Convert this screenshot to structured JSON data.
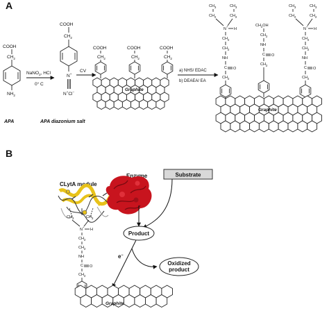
{
  "panel_a": {
    "label": "A",
    "apa": {
      "cooh": "COOH",
      "ch2": "CH",
      "ch2_sub": "2",
      "nh2": "NH",
      "nh2_sub": "2",
      "caption": "APA"
    },
    "step1": {
      "line1a": "NaNO",
      "line1_sub": "2",
      "line1b": ", HCl",
      "line2": "0° C"
    },
    "diazonium": {
      "cooh": "COOH",
      "ch2": "CH",
      "ch2_sub": "2",
      "n_plus": "N",
      "n_plus_sup": "+",
      "n_cl": "N",
      "n_cl_sup": "+",
      "cl": "Cl",
      "cl_sup": "−",
      "caption": "APA diazonium salt"
    },
    "step2": {
      "label": "CV"
    },
    "grafted": {
      "cooh": "COOH",
      "ch2": "CH",
      "ch2_sub": "2",
      "surface": "Graphite"
    },
    "step3": {
      "line1": "a) NHS/ EDAC",
      "line2": "b) DEAEA/ EA"
    },
    "modified": {
      "ch3": "CH",
      "ch3_sub": "3",
      "ch2": "CH",
      "ch2_sub": "2",
      "nh_plus": "N",
      "nh_plus_sup": "+",
      "nh_h": "H",
      "nh": "NH",
      "c": "C",
      "o": "O",
      "ch2oh": "CH",
      "ch2oh_sub": "2",
      "ch2oh_tail": "OH",
      "surface": "Graphite"
    }
  },
  "panel_b": {
    "label": "B",
    "module_label": "CLytA module",
    "enzyme_label": "Enzyme",
    "substrate_label": "Substrate",
    "product_label": "Product",
    "oxidized_label_1": "Oxidized",
    "oxidized_label_2": "product",
    "electron": "e",
    "electron_sup": "−",
    "surface": "Graphite"
  },
  "colors": {
    "enzyme": "#c8141e",
    "module_yellow": "#e8c21a",
    "box_fill": "#d9d9d9",
    "ink": "#111111"
  }
}
